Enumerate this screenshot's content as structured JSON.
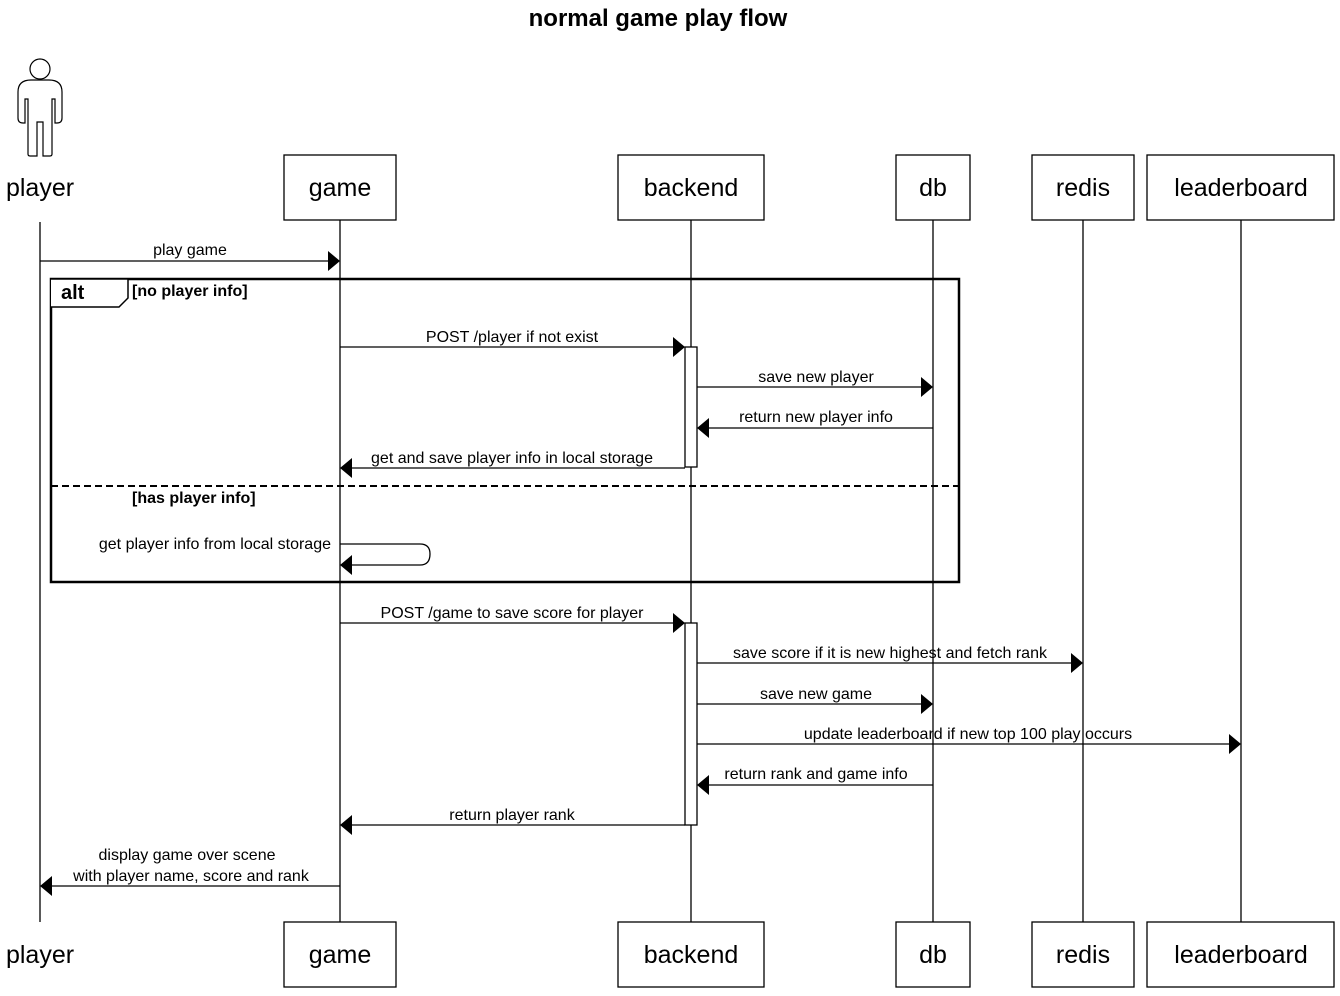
{
  "title": "normal game play flow",
  "participants": {
    "player": "player",
    "game": "game",
    "backend": "backend",
    "db": "db",
    "redis": "redis",
    "leaderboard": "leaderboard"
  },
  "alt_frame": {
    "operator": "alt",
    "guard_1": "[no player info]",
    "guard_2": "[has player info]"
  },
  "messages": {
    "m1": "play game",
    "m2": "POST /player if not exist",
    "m3": "save new player",
    "m4": "return new player info",
    "m5": "get and save player info in local storage",
    "m6": "get player info from local storage",
    "m7": "POST /game to save score for player",
    "m8": "save score if it is new highest and fetch rank",
    "m9": "save new game",
    "m10": "update leaderboard if new top 100 play occurs",
    "m11": "return rank and game info",
    "m12": "return player rank",
    "m13_line1": "display game over scene",
    "m13_line2": "with player name, score and rank"
  }
}
